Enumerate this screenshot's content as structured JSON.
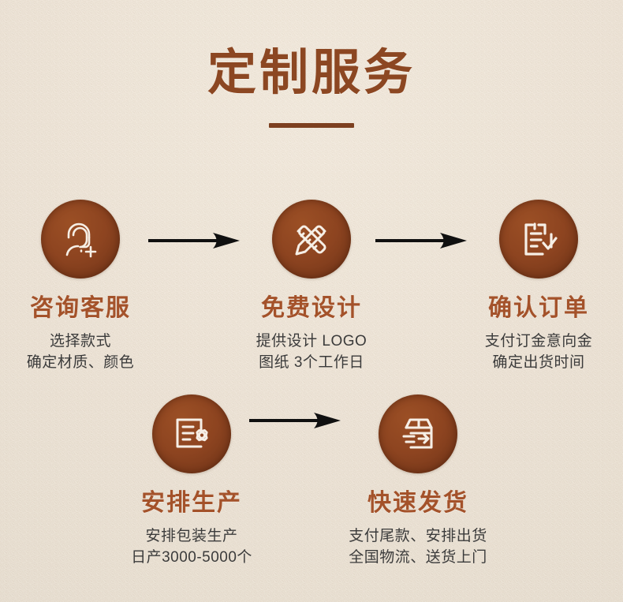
{
  "page": {
    "title": "定制服务",
    "background_color": "#ece2d4",
    "accent_color": "#8c4722",
    "circle_color": "#8d4420",
    "step_title_color": "#a4522a",
    "desc_color": "#3b3b3b",
    "divider_color": "#7d4020"
  },
  "steps": [
    {
      "index": "1",
      "icon": "customer-service-headset-add-icon",
      "title": "咨询客服",
      "desc_lines": [
        "选择款式",
        "确定材质、颜色"
      ]
    },
    {
      "index": "2",
      "icon": "pencil-ruler-design-icon",
      "title": "免费设计",
      "desc_lines": [
        "提供设计 LOGO",
        "图纸 3个工作日"
      ]
    },
    {
      "index": "3",
      "icon": "clipboard-checklist-check-icon",
      "title": "确认订单",
      "desc_lines": [
        "支付订金意向金",
        "确定出货时间"
      ]
    },
    {
      "index": "4",
      "icon": "document-gear-production-icon",
      "title": "安排生产",
      "desc_lines": [
        "安排包装生产",
        "日产3000-5000个"
      ]
    },
    {
      "index": "5",
      "icon": "package-box-arrow-shipping-icon",
      "title": "快速发货",
      "desc_lines": [
        "支付尾款、安排出货",
        "全国物流、送货上门"
      ]
    }
  ],
  "arrows": [
    {
      "name": "arrow-step1-to-step2",
      "direction": "right",
      "color": "#101010"
    },
    {
      "name": "arrow-step2-to-step3",
      "direction": "right",
      "color": "#101010"
    },
    {
      "name": "arrow-step4-to-step5",
      "direction": "right",
      "color": "#101010"
    }
  ]
}
